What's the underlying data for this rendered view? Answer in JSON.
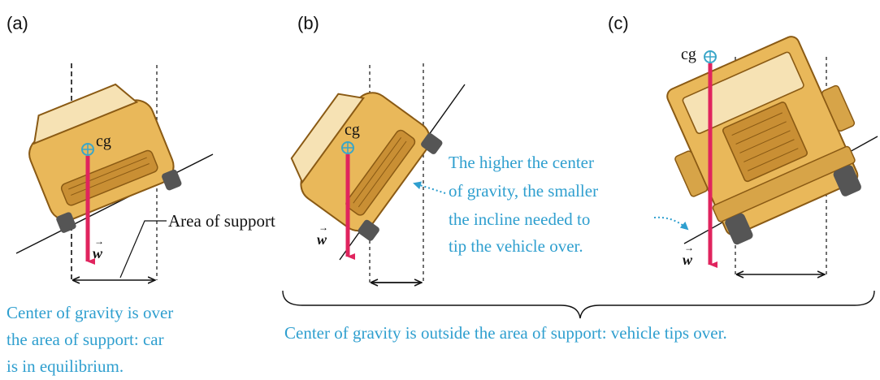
{
  "panels": {
    "a": {
      "label": "(a)",
      "cg": "cg",
      "w": "w"
    },
    "b": {
      "label": "(b)",
      "cg": "cg",
      "w": "w"
    },
    "c": {
      "label": "(c)",
      "cg": "cg",
      "w": "w"
    }
  },
  "area_label": "Area of support",
  "middle_caption": [
    "The higher the center",
    "of gravity, the smaller",
    "the incline needed to",
    "tip the vehicle over."
  ],
  "bottom_left_caption": [
    "Center of gravity is over",
    "the area of support: car",
    "is in equilibrium."
  ],
  "bottom_right_caption": "Center of gravity is outside the area of support: vehicle tips over.",
  "colors": {
    "caption": "#2f9fcf",
    "weight_arrow": "#e0245e",
    "vehicle_body": "#e9b85a",
    "vehicle_dark": "#b07a22",
    "cg_marker": "#3aa6c8"
  }
}
